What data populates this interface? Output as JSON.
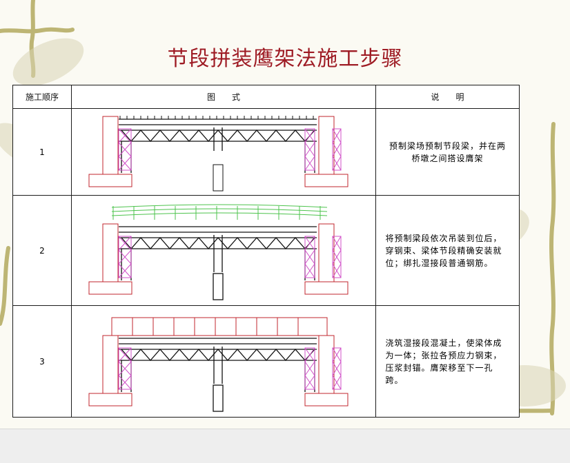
{
  "title": "节段拼装鹰架法施工步骤",
  "table": {
    "headers": [
      "施工顺序",
      "图　　式",
      "说　　明"
    ],
    "rows": [
      {
        "step": "1",
        "description": "预制梁场预制节段梁，并在两桥墩之间搭设膺架"
      },
      {
        "step": "2",
        "description": "将预制梁段依次吊装到位后，穿钢束、梁体节段精确安装就位；绑扎湿接段普通钢筋。"
      },
      {
        "step": "3",
        "description": "浇筑湿接段混凝土，使梁体成为一体；张拉各预应力钢束，压浆封锚。膺架移至下一孔跨。"
      }
    ]
  },
  "colors": {
    "title": "#9e1b24",
    "pier_outline": "#c0242c",
    "truss": "#111111",
    "brace": "#d050c8",
    "segment_green": "#4cc34c",
    "vine": "#b8b069"
  }
}
